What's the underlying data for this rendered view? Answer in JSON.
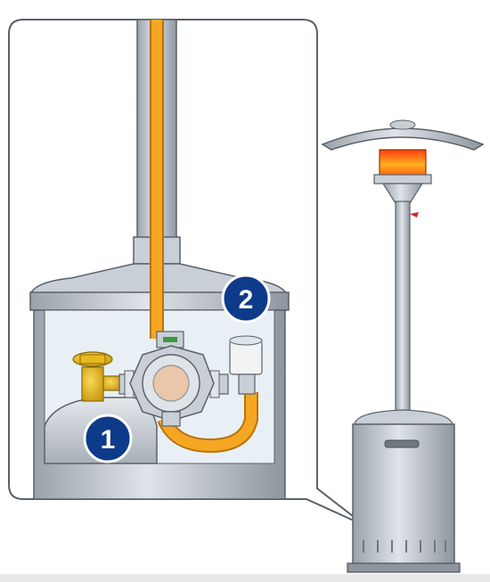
{
  "markers": [
    {
      "label": "1",
      "refers_to": "gas-cylinder"
    },
    {
      "label": "2",
      "refers_to": "pressure-regulator"
    }
  ],
  "colors": {
    "hose": "#f5a623",
    "steel": "#c9cfd6",
    "steel_dark": "#8d959e",
    "cabinet_interior": "#e8f0f5",
    "marker_fill": "#0d3b8a",
    "valve_brass": "#e8b820",
    "regulator_core": "#e9c7a8",
    "flame": "#f57a10",
    "outline": "#5b6168"
  }
}
